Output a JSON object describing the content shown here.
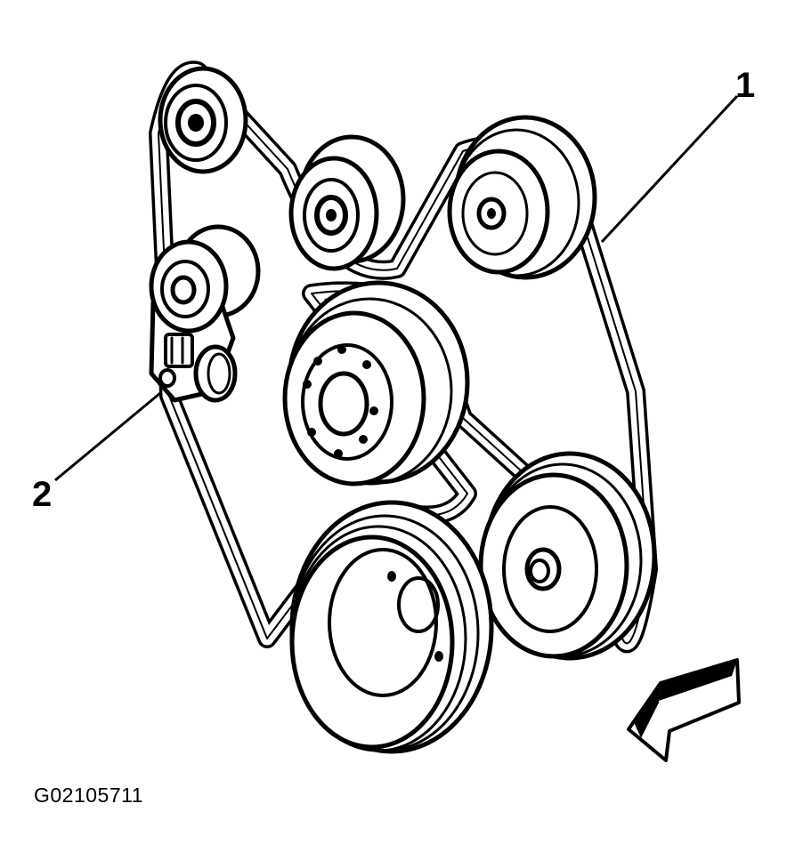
{
  "callouts": {
    "one": "1",
    "two": "2"
  },
  "figure_code": "G02105711",
  "colors": {
    "ink": "#000000",
    "paper": "#ffffff"
  },
  "icons": {
    "direction": "arrow-icon"
  }
}
